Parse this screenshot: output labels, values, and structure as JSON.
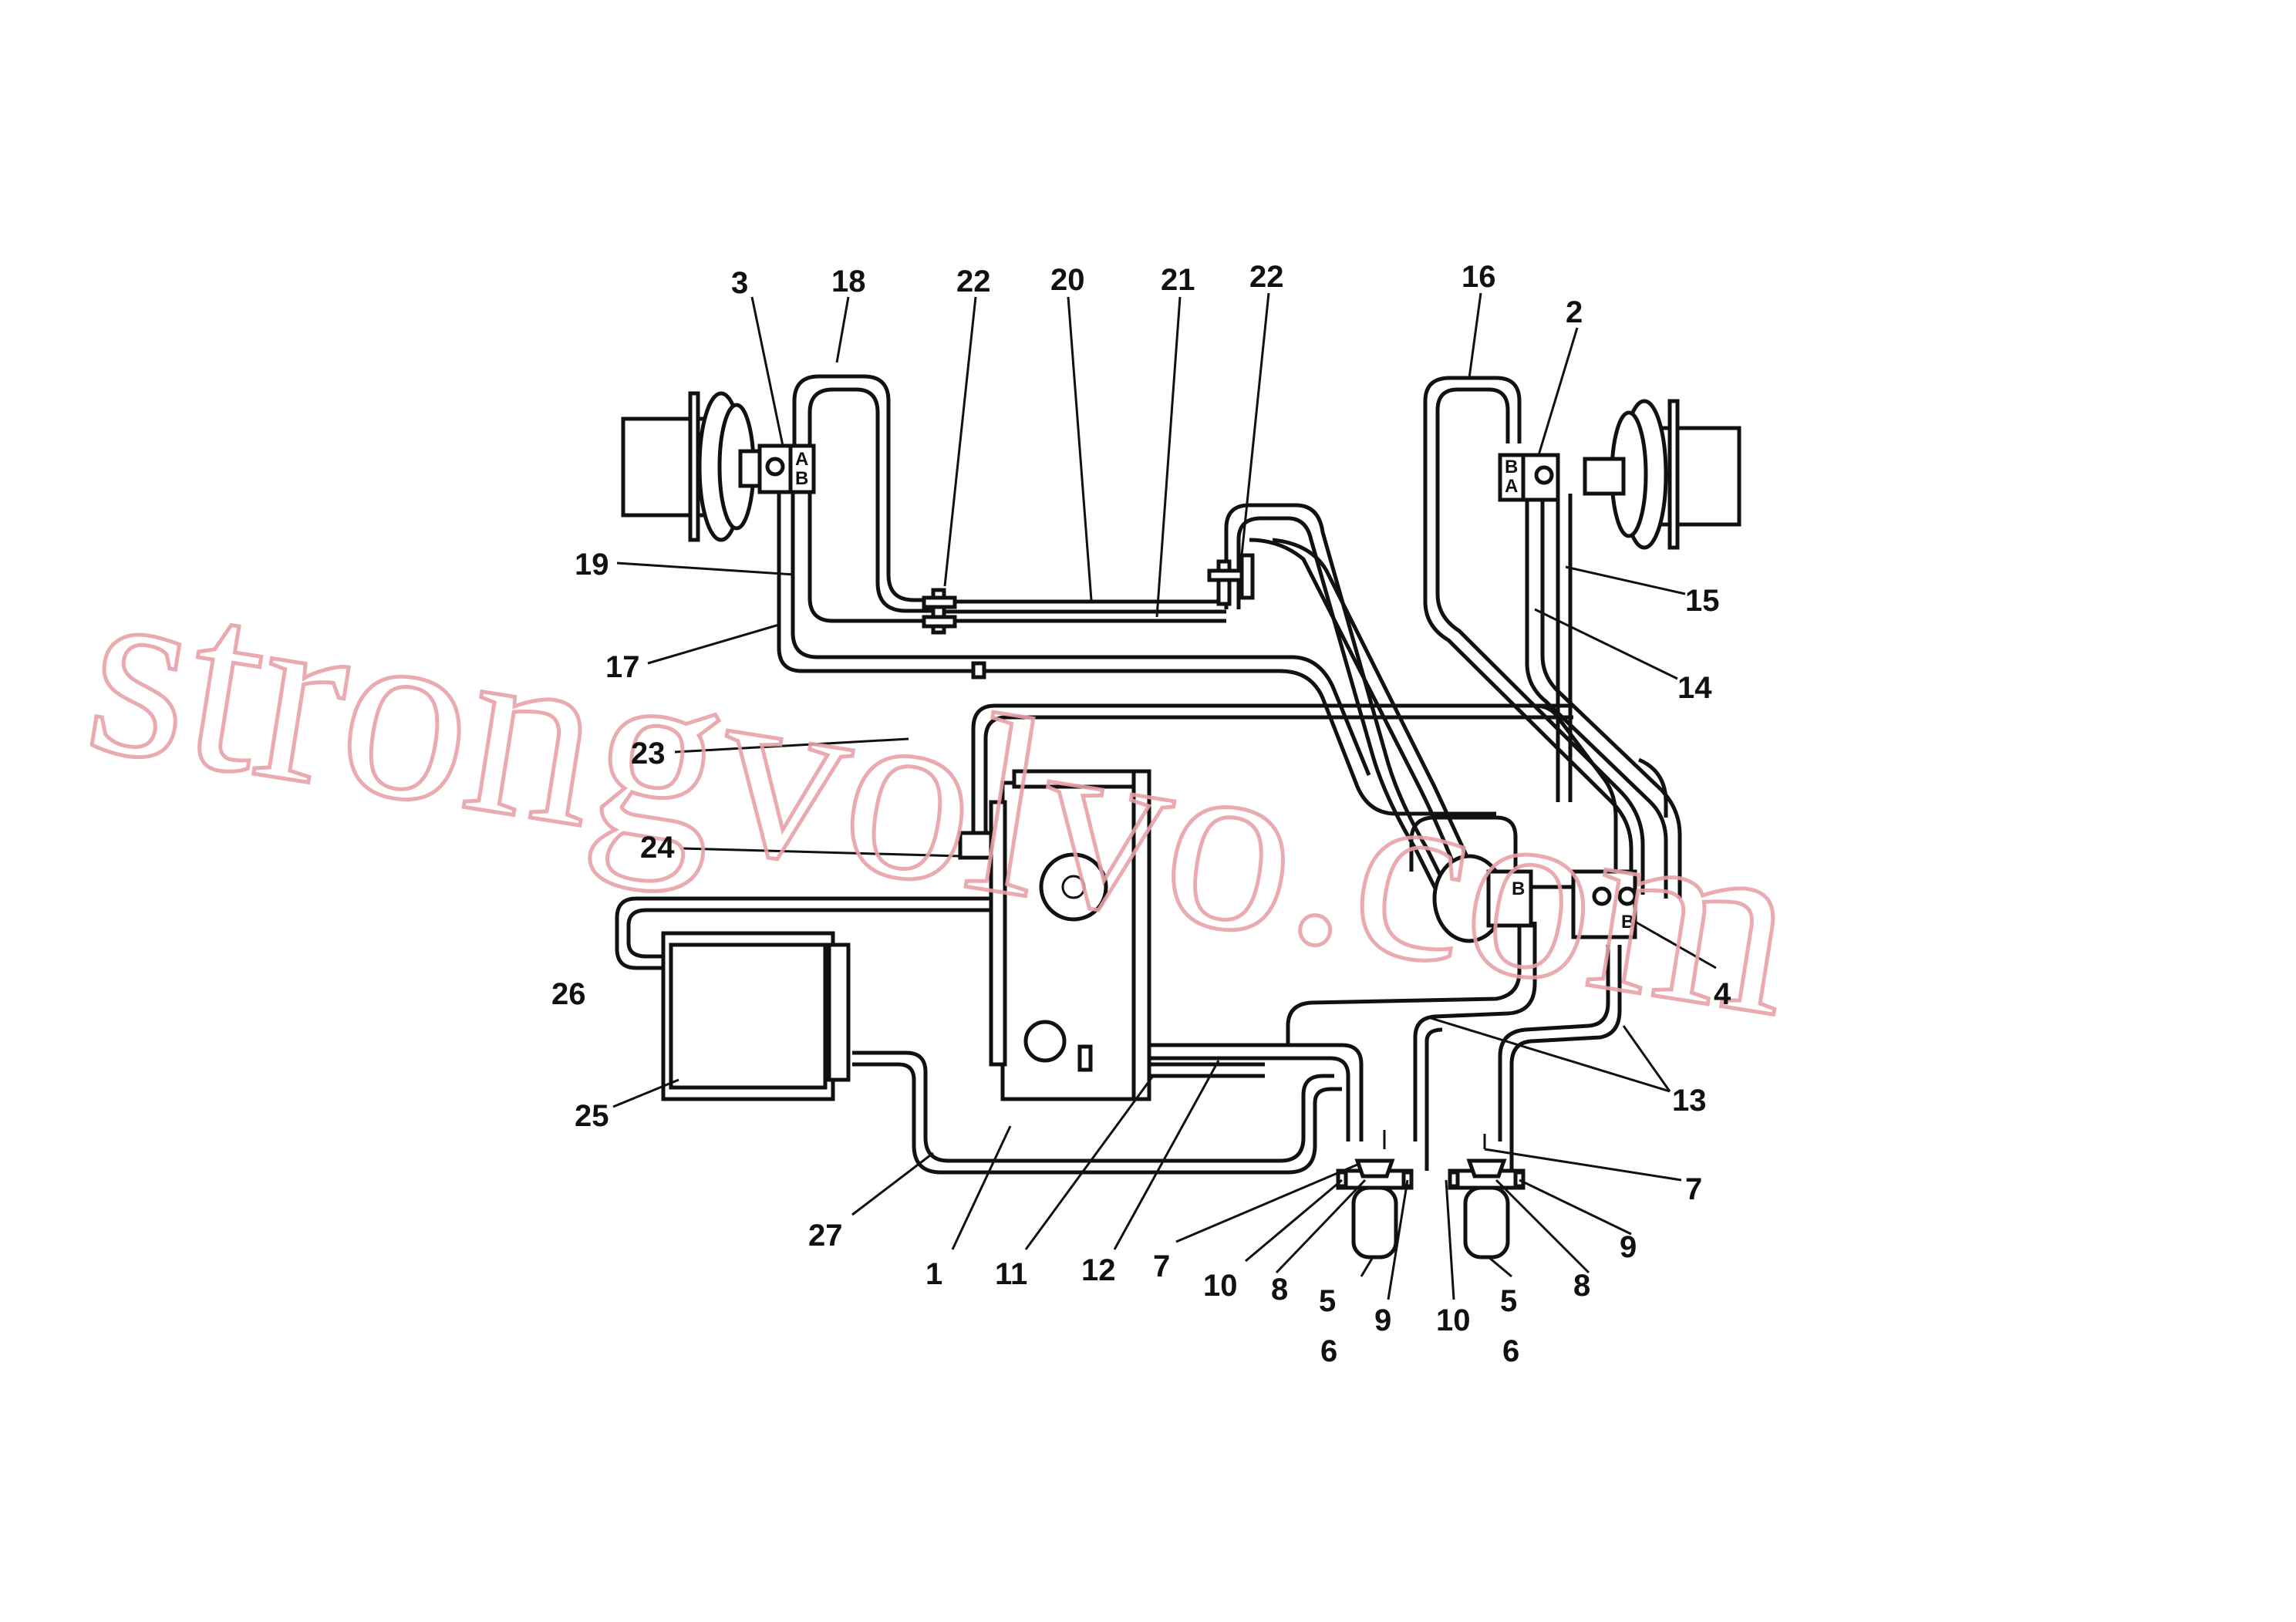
{
  "diagram": {
    "callouts": [
      {
        "id": "l-3",
        "text": "3"
      },
      {
        "id": "l-18",
        "text": "18"
      },
      {
        "id": "l-22a",
        "text": "22"
      },
      {
        "id": "l-20",
        "text": "20"
      },
      {
        "id": "l-21",
        "text": "21"
      },
      {
        "id": "l-22b",
        "text": "22"
      },
      {
        "id": "l-16",
        "text": "16"
      },
      {
        "id": "l-2",
        "text": "2"
      },
      {
        "id": "l-19",
        "text": "19"
      },
      {
        "id": "l-15",
        "text": "15"
      },
      {
        "id": "l-17",
        "text": "17"
      },
      {
        "id": "l-14",
        "text": "14"
      },
      {
        "id": "l-23",
        "text": "23"
      },
      {
        "id": "l-24",
        "text": "24"
      },
      {
        "id": "l-4",
        "text": "4"
      },
      {
        "id": "l-26",
        "text": "26"
      },
      {
        "id": "l-13",
        "text": "13"
      },
      {
        "id": "l-25",
        "text": "25"
      },
      {
        "id": "l-7a",
        "text": "7"
      },
      {
        "id": "l-27",
        "text": "27"
      },
      {
        "id": "l-9a",
        "text": "9"
      },
      {
        "id": "l-1",
        "text": "1"
      },
      {
        "id": "l-11",
        "text": "11"
      },
      {
        "id": "l-12",
        "text": "12"
      },
      {
        "id": "l-7b",
        "text": "7"
      },
      {
        "id": "l-10a",
        "text": "10"
      },
      {
        "id": "l-8a",
        "text": "8"
      },
      {
        "id": "l-8b",
        "text": "8"
      },
      {
        "id": "l-5a",
        "text": "5"
      },
      {
        "id": "l-9b",
        "text": "9"
      },
      {
        "id": "l-10b",
        "text": "10"
      },
      {
        "id": "l-5b",
        "text": "5"
      },
      {
        "id": "l-6a",
        "text": "6"
      },
      {
        "id": "l-6b",
        "text": "6"
      }
    ],
    "valve_letters": {
      "left_a": "A",
      "left_b": "B",
      "right_b": "B",
      "right_a": "A",
      "center_b": "B",
      "right4_b": "B"
    },
    "watermark": "strongvolvo.com"
  },
  "colors": {
    "line": "#111111",
    "watermark": "#e7a1a8",
    "background": "#ffffff"
  }
}
